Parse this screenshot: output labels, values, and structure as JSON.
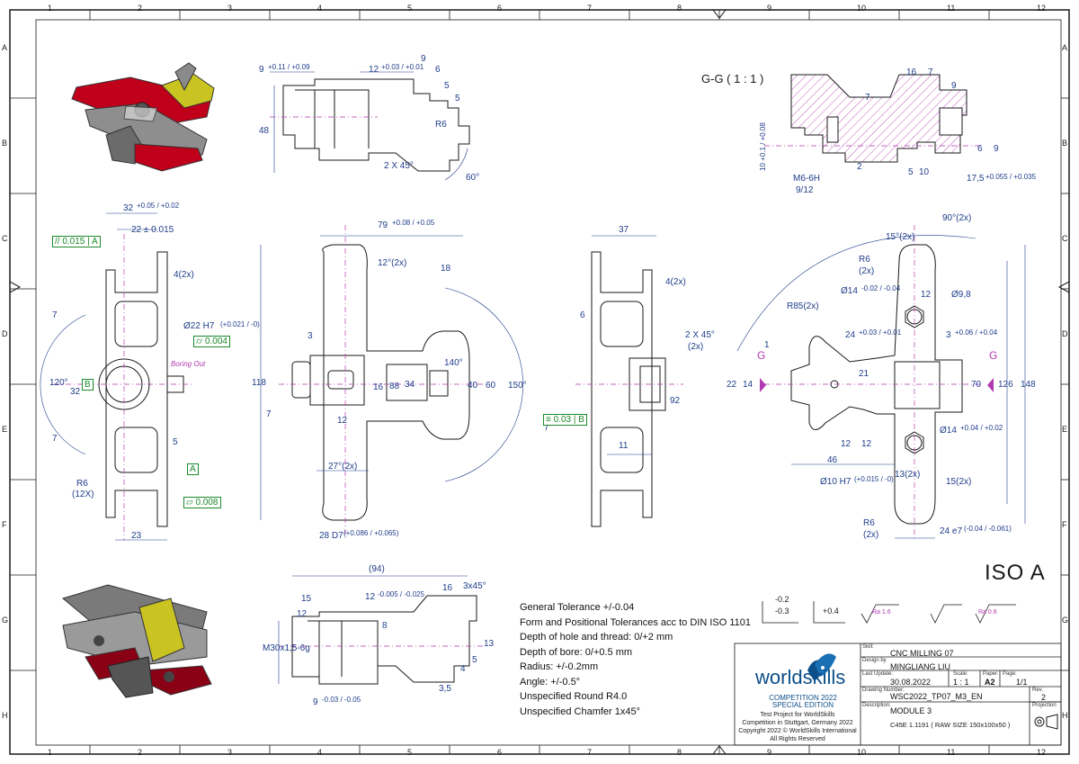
{
  "frame": {
    "columns": [
      "1",
      "2",
      "3",
      "4",
      "5",
      "6",
      "7",
      "8",
      "9",
      "10",
      "11",
      "12"
    ],
    "rows": [
      "A",
      "B",
      "C",
      "D",
      "E",
      "F",
      "G",
      "H"
    ]
  },
  "section": {
    "label": "G-G ( 1 : 1 )",
    "mark_left": "G",
    "mark_right": "G"
  },
  "iso": "ISO A",
  "notes": [
    "General Tolerance +/-0.04",
    "Form and Positional Tolerances acc to DIN ISO 1101",
    "Depth of hole and thread: 0/+2 mm",
    "Depth of bore: 0/+0.5 mm",
    "Radius: +/-0.2mm",
    "Angle: +/-0.5°",
    "Unspecified Round R4.0",
    "Unspecified Chamfer 1x45°"
  ],
  "tolerance_box": {
    "upper": "-0.2",
    "lower": "-0.3",
    "plus": "+0.4"
  },
  "roughness": {
    "ra1": "Ra 1.6",
    "ra2": "Ra 0.8"
  },
  "title_block": {
    "skill_label": "Skill:",
    "skill": "CNC MILLING 07",
    "design_label": "Design by",
    "design": "MINGLIANG LIU",
    "last_update_label": "Last Update:",
    "last_update": "30.08.2022",
    "scale_label": "Scale:",
    "scale": "1 : 1",
    "paper_label": "Paper:",
    "paper": "A2",
    "page_label": "Page:",
    "page": "1/1",
    "drawing_number_label": "Drawing Number:",
    "drawing_number": "WSC2022_TP07_M3_EN",
    "rev_label": "Rev.",
    "rev": "2",
    "description_label": "Description:",
    "description": "MODULE 3",
    "material": "C45E 1.1191 ( RAW SIZE 150x100x50 )",
    "projection_label": "Projection",
    "brand": "worldskills",
    "competition": "COMPETITION 2022",
    "edition": "SPECIAL EDITION",
    "footer": [
      "Test Project for WorldSkills",
      "Competition in Stuttgart, Germany 2022",
      "Copyright 2022 © WorldSkills International",
      "All Rights Reserved"
    ]
  },
  "dims": {
    "top_9": "9",
    "top_9_tol": "+0.11 / +0.09",
    "top_12": "12",
    "top_12_tol": "+0.03 / +0.01",
    "top_48": "48",
    "top_r6": "R6",
    "top_chamfer": "2 X 45°",
    "top_60": "60°",
    "top_5a": "5",
    "top_5b": "5",
    "top_6": "6",
    "top_9b": "9",
    "g_16": "16",
    "g_7": "7",
    "g_9": "9",
    "g_7b": "7",
    "g_6": "6",
    "g_9c": "9",
    "g_5": "5",
    "g_10": "10",
    "g_2": "2",
    "g_m6": "M6-6H",
    "g_912": "9/12",
    "g_175": "17,5",
    "g_175_tol": "+0.055 / +0.035",
    "g_10v": "10 +0.1 / +0.08",
    "l_32": "32",
    "l_32_tol": "+0.05 / +0.02",
    "l_22": "22 ± 0.015",
    "l_par": "0.015",
    "l_par_ref": "A",
    "l_4": "4(2x)",
    "l_7": "7",
    "l_22h7": "Ø22 H7",
    "l_22h7_tol": "(+0.021 / -0)",
    "l_cyl": "0.004",
    "l_boring": "Boring Out",
    "l_120": "120°",
    "l_32v": "32",
    "l_b": "B",
    "l_7b": "7",
    "l_5": "5",
    "l_a": "A",
    "l_r6": "R6",
    "l_12x": "(12X)",
    "l_flat": "0.008",
    "l_23": "23",
    "c_79": "79",
    "c_79_tol": "+0.08 / +0.05",
    "c_12": "12°(2x)",
    "c_18": "18",
    "c_3": "3",
    "c_118": "118",
    "c_7": "7",
    "c_16": "16",
    "c_88": "88",
    "c_34": "34",
    "c_12v": "12",
    "c_140": "140°",
    "c_40": "40",
    "c_60": "60",
    "c_150": "150°",
    "c_27": "27°(2x)",
    "c_28": "28 D7",
    "c_28_tol": "(+0.086 / +0.065)",
    "r_37": "37",
    "r_4": "4(2x)",
    "r_6": "6",
    "r_chamfer": "2 X 45°",
    "r_chamfer2": "(2x)",
    "r_92": "92",
    "r_7": "7",
    "r_003": "0.03",
    "r_b": "B",
    "r_11": "11",
    "f_90": "90°(2x)",
    "f_15": "15°(2x)",
    "f_r6": "R6",
    "f_r6b": "(2x)",
    "f_14": "Ø14",
    "f_14_tol": "-0.02 / -0.04",
    "f_12": "12",
    "f_98": "Ø9,8",
    "f_r85": "R85(2x)",
    "f_24": "24",
    "f_24_tol": "+0.03 / +0.01",
    "f_3": "3",
    "f_3_tol": "+0.06 / +0.04",
    "f_1": "1",
    "f_22": "22",
    "f_14v": "14",
    "f_21": "21",
    "f_70": "70",
    "f_126": "126",
    "f_148": "148",
    "f_14b": "Ø14",
    "f_14b_tol": "+0.04 / +0.02",
    "f_12a": "12",
    "f_12b": "12",
    "f_46": "46",
    "f_13": "13(2x)",
    "f_15v": "15(2x)",
    "f_10h7": "Ø10 H7",
    "f_10h7_tol": "(+0.015 / -0)",
    "f_r6c": "R6",
    "f_r6d": "(2x)",
    "f_24e7": "24 e7",
    "f_24e7_tol": "(-0.04 / -0.061)",
    "b_94": "(94)",
    "b_15": "15",
    "b_12": "12",
    "b_12b": "12",
    "b_12b_tol": "-0.005 / -0.025",
    "b_16": "16",
    "b_3x45": "3x45°",
    "b_8": "8",
    "b_m30": "M30x1,5-6g",
    "b_13": "13",
    "b_5": "5",
    "b_4": "4",
    "b_35": "3,5",
    "b_9": "9",
    "b_9_tol": "-0.03 / -0.05"
  },
  "colors": {
    "line": "#1a1a1a",
    "dim": "#1f3d8a",
    "hatch": "#b23ab0",
    "red": "#b3001b",
    "yellow": "#c9c422"
  }
}
